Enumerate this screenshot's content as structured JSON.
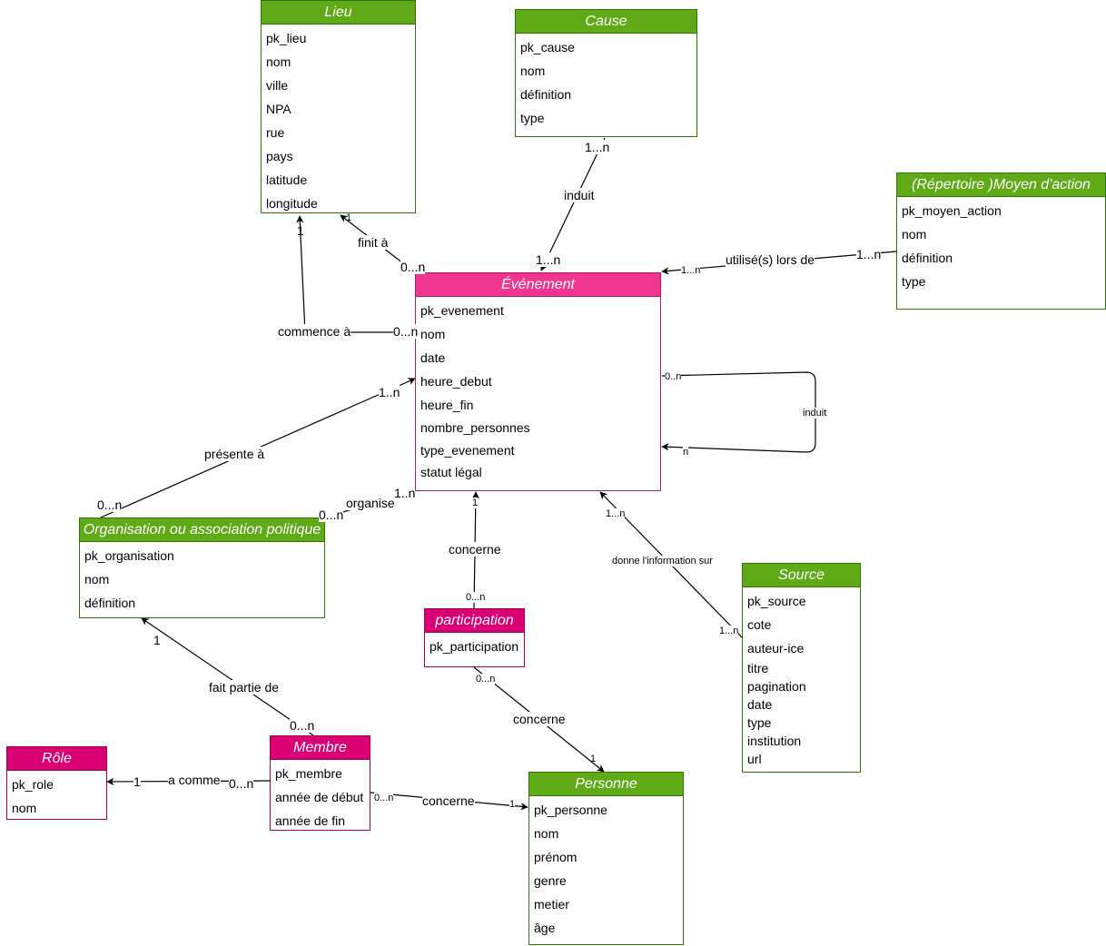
{
  "entities": {
    "lieu": {
      "title": "Lieu",
      "attributes": [
        "pk_lieu",
        "nom",
        "ville",
        "NPA",
        "rue",
        "pays",
        "latitude",
        "longitude"
      ]
    },
    "cause": {
      "title": "Cause",
      "attributes": [
        "pk_cause",
        "nom",
        "définition",
        "type"
      ]
    },
    "moyen": {
      "title": "(Répertoire )Moyen d'action",
      "attributes": [
        "pk_moyen_action",
        "nom",
        "définition",
        "type"
      ]
    },
    "evenement": {
      "title": "Événement",
      "attributes": [
        "pk_evenement",
        "nom",
        "date",
        "heure_debut",
        "heure_fin",
        "nombre_personnes",
        "type_evenement",
        "statut légal"
      ]
    },
    "organisation": {
      "title": "Organisation ou association politique",
      "attributes": [
        "pk_organisation",
        "nom",
        "définition"
      ]
    },
    "participation": {
      "title": "participation",
      "attributes": [
        "pk_participation"
      ]
    },
    "source": {
      "title": "Source",
      "attributes": [
        "pk_source",
        "cote",
        "auteur-ice",
        "titre",
        "pagination",
        "date",
        "type",
        "institution",
        "url"
      ]
    },
    "role": {
      "title": "Rôle",
      "attributes": [
        "pk_role",
        "nom"
      ]
    },
    "membre": {
      "title": "Membre",
      "attributes": [
        "pk_membre",
        "année de début",
        "année de fin"
      ]
    },
    "personne": {
      "title": "Personne",
      "attributes": [
        "pk_personne",
        "nom",
        "prénom",
        "genre",
        "metier",
        "âge"
      ]
    }
  },
  "relations": [
    {
      "id": "cause-induit",
      "label": "induit",
      "card_from": "1...n",
      "card_to": "1...n"
    },
    {
      "id": "finit-a",
      "label": "finit à",
      "card_from": "0...n",
      "card_to": "1"
    },
    {
      "id": "commence-a",
      "label": "commence à",
      "card_from": "0...n",
      "card_to": "1"
    },
    {
      "id": "utilise",
      "label": "utilisé(s) lors de",
      "card_from": "1...n",
      "card_to": "1...n"
    },
    {
      "id": "self-induit",
      "label": "induit",
      "card_from": "0..n",
      "card_to": "n"
    },
    {
      "id": "presente-a",
      "label": "présente à",
      "card_from": "0...n",
      "card_to": "1..n"
    },
    {
      "id": "organise",
      "label": "organise",
      "card_from": "0...n",
      "card_to": "1..n"
    },
    {
      "id": "concerne-evt",
      "label": "concerne",
      "card_from": "0...n",
      "card_to": "1"
    },
    {
      "id": "donne-info",
      "label": "donne l'information sur",
      "card_from": "1...n",
      "card_to": "1...n"
    },
    {
      "id": "concerne-personne",
      "label": "concerne",
      "card_from": "0...n",
      "card_to": "1"
    },
    {
      "id": "fait-partie",
      "label": "fait partie de",
      "card_from": "0...n",
      "card_to": "1"
    },
    {
      "id": "a-comme",
      "label": "a comme",
      "card_from": "0...n",
      "card_to": "1"
    },
    {
      "id": "membre-concerne",
      "label": "concerne",
      "card_from": "0...n",
      "card_to": "1"
    }
  ]
}
